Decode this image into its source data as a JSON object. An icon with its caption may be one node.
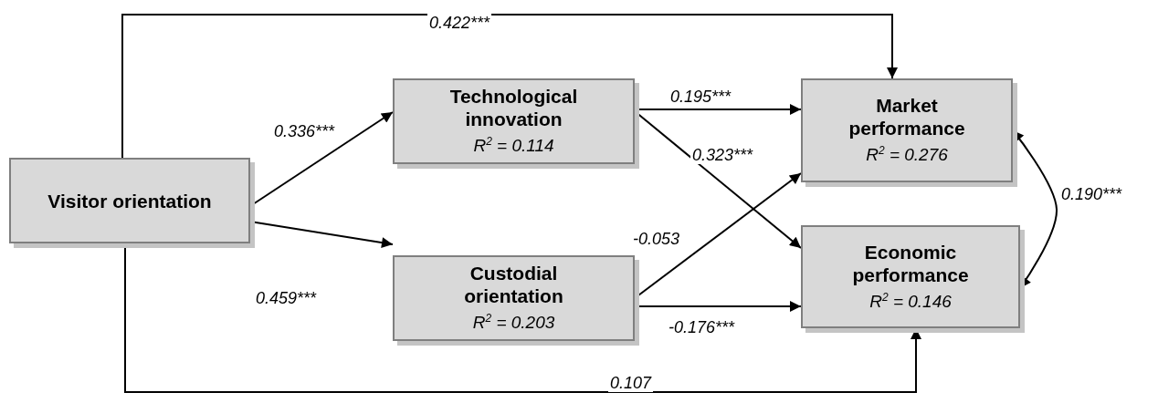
{
  "diagram": {
    "nodes": [
      {
        "text": [
          "Visitor orientation"
        ]
      },
      {
        "text": [
          "Technological innovation",
          "*R*$^{2}$ = 0.114"
        ]
      },
      {
        "text": [
          "Custodial orientation",
          "*R*$^{2}$ = 0.203"
        ]
      },
      {
        "text": [
          "Market performance",
          "*R*$^{2}$ = 0.276"
        ]
      },
      {
        "text": [
          "Economic performance",
          "*R*$^{2}$ = 0.146"
        ]
      }
    ],
    "edges": [
      {
        "from": 0,
        "to": 3,
        "arrow": "to",
        "label": "0.422***"
      },
      {
        "from": 0,
        "to": 1,
        "arrow": "to",
        "label": "0.336***"
      },
      {
        "from": 0,
        "to": 2,
        "arrow": "to",
        "label": "0.459***"
      },
      {
        "from": 1,
        "to": 3,
        "arrow": "to",
        "label": "0.195***"
      },
      {
        "from": 1,
        "to": 4,
        "arrow": "to",
        "label": "0.323***"
      },
      {
        "from": 2,
        "to": 3,
        "arrow": "to",
        "label": "-0.053"
      },
      {
        "from": 2,
        "to": 4,
        "arrow": "to",
        "label": "-0.176***"
      },
      {
        "from": 3,
        "to": 4,
        "arrow": "both",
        "label": "0.190***"
      },
      {
        "from": 0,
        "to": 4,
        "arrow": "to",
        "label": "0.107"
      }
    ]
  }
}
